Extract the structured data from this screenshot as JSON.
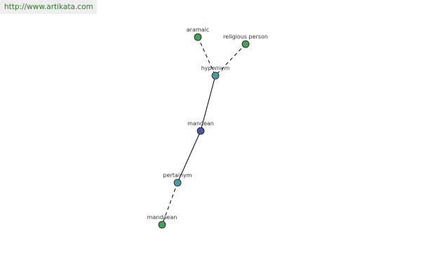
{
  "site_link": "http://www.artikata.com",
  "graph": {
    "nodes": [
      {
        "id": "aramaic",
        "label": "aramaic",
        "role": "leaf",
        "color": "#4a9a5a"
      },
      {
        "id": "religious-person",
        "label": "religious person",
        "role": "leaf",
        "color": "#4a9a5a"
      },
      {
        "id": "hypernym",
        "label": "hypernym",
        "role": "relation",
        "color": "#4a9aa0"
      },
      {
        "id": "mandean-center",
        "label": "mandean",
        "role": "center",
        "color": "#4a55a0"
      },
      {
        "id": "pertainym",
        "label": "pertainym",
        "role": "relation",
        "color": "#4a9aa0"
      },
      {
        "id": "mandaean",
        "label": "mandaean",
        "role": "leaf",
        "color": "#4a9a5a"
      }
    ],
    "edges": [
      {
        "from": "aramaic",
        "to": "hypernym",
        "style": "dashed"
      },
      {
        "from": "religious-person",
        "to": "hypernym",
        "style": "dashed"
      },
      {
        "from": "hypernym",
        "to": "mandean-center",
        "style": "solid"
      },
      {
        "from": "mandean-center",
        "to": "pertainym",
        "style": "solid"
      },
      {
        "from": "pertainym",
        "to": "mandaean",
        "style": "dashed"
      }
    ]
  }
}
